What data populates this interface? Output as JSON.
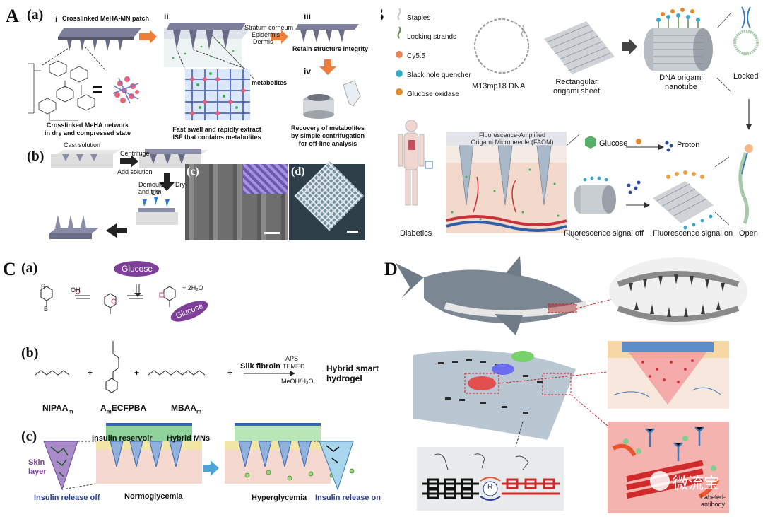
{
  "panel_A": {
    "letter": "A",
    "sub_a": "(a)",
    "sub_b": "(b)",
    "sub_c": "(c)",
    "sub_d": "(d)",
    "step_i": "i",
    "step_ii": "ii",
    "step_iii": "iii",
    "step_iv": "iv",
    "patch_label": "Crosslinked MeHA-MN patch",
    "skin_layers": [
      "Stratum corneum",
      "Epidermis",
      "Dermis"
    ],
    "metabolites": "metabolites",
    "network_caption": [
      "Crosslinked MeHA network",
      "in dry and compressed state"
    ],
    "swell_caption": [
      "Fast swell and rapidly extract",
      "ISF that contains metabolites"
    ],
    "retain_caption": "Retain structure integrity",
    "recovery_caption": [
      "Recovery of metabolites",
      "by simple centrifugation",
      "for off-line analysis"
    ],
    "cast_solution": "Cast solution",
    "centrifuge": "Centrifuge",
    "add_solution": "Add solution",
    "demould": [
      "Demould",
      "and trim"
    ],
    "dry": "Dry",
    "uv": "UV"
  },
  "panel_B": {
    "letter": "B",
    "legend": [
      "Staples",
      "Locking strands",
      "Cy5.5",
      "Black hole quencher",
      "Glucose oxidase"
    ],
    "legend_colors": [
      "#c9c9c9",
      "#5a8f4c",
      "#e8865a",
      "#3aa9c9",
      "#e08a2a"
    ],
    "m13": "M13mp18 DNA",
    "sheet": [
      "Rectangular",
      "origami sheet"
    ],
    "tube": [
      "DNA origami",
      "nanotube"
    ],
    "locked": "Locked",
    "faom": [
      "Fluorescence-Amplified",
      "Origami Microneedle (FAOM)"
    ],
    "glucose": "Glucose",
    "proton": "Proton",
    "diabetics": "Diabetics",
    "signal_off": "Fluorescence signal off",
    "signal_on": "Fluorescence signal on",
    "open": "Open"
  },
  "panel_C": {
    "letter": "C",
    "sub_a": "(a)",
    "sub_b": "(b)",
    "sub_c": "(c)",
    "glucose": "Glucose",
    "oh": "OH",
    "h2o": "+ 2H₂O",
    "boh": "B",
    "r": "R",
    "plus": "+",
    "silk": "Silk fibroin",
    "aps": "APS",
    "temed": "TEMED",
    "solvent": "MeOH/H₂O",
    "product": [
      "Hybrid smart",
      "hydrogel"
    ],
    "nipaam": "NIPAA",
    "nipaam_sub": "m",
    "ecfpba_a": "A",
    "ecfpba_m": "m",
    "ecfpba_rest": "ECFPBA",
    "mbaa": "MBAA",
    "mbaa_sub": "m",
    "insulin_reservoir": "Insulin reservoir",
    "hybrid_mns": "Hybrid MNs",
    "skin_layer": [
      "Skin",
      "layer"
    ],
    "release_off": "Insulin release off",
    "normo": "Normoglycemia",
    "hyper": "Hyperglycemia",
    "release_on": "Insulin release on"
  },
  "panel_D": {
    "letter": "D",
    "r_label": "R",
    "labeled_antibody": [
      "Labeled-",
      "antibody"
    ],
    "watermark": "微流宝"
  }
}
